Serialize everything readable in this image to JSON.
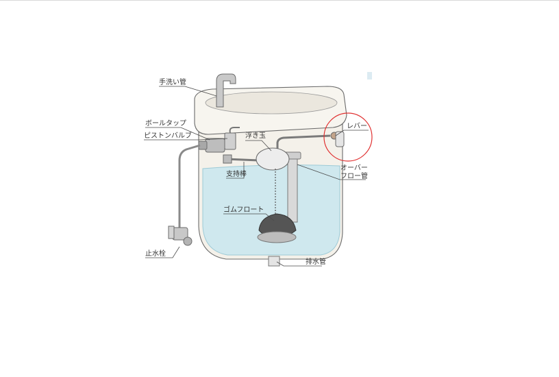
{
  "colors": {
    "water": "#cfe8ee",
    "water_edge": "#9ccad6",
    "tank": "#f4f1ea",
    "highlight": "#e03030"
  },
  "labels": {
    "hand_wash_pipe": "手洗い管",
    "ball_tap": "ボールタップ",
    "piston_valve": "ピストンバルブ",
    "float_ball": "浮き玉",
    "lever": "レバー",
    "overflow_pipe_line1": "オーバー",
    "overflow_pipe_line2": "フロー管",
    "support_rod": "支持棒",
    "rubber_float": "ゴムフロート",
    "stop_valve": "止水栓",
    "drain_pipe": "排水管"
  }
}
